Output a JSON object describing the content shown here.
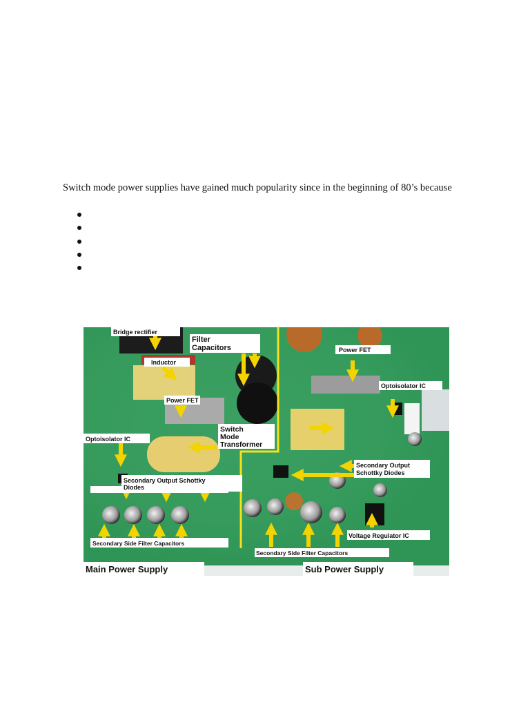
{
  "document": {
    "intro": "Switch mode power supplies have gained much popularity since in the beginning of 80’s because",
    "bullet_count": 5
  },
  "figure": {
    "labels": {
      "bridge_rectifier": "Bridge rectifier",
      "filter_capacitors_1": "Filter",
      "filter_capacitors_2": "Capacitors",
      "inductor": "Inductor",
      "power_fet_main": "Power FET",
      "switch_mode_1": "Switch",
      "switch_mode_2": "Mode",
      "switch_mode_3": "Transformer",
      "optoisolator_main": "Optoisolator IC",
      "schottky_main_1": "Secondary Output Schottky",
      "schottky_main_2": "Diodes",
      "sec_filter_main": "Secondary Side Filter Capacitors",
      "main_power": "Main Power Supply",
      "power_fet_sub": "Power FET",
      "optoisolator_sub": "Optoisolator IC",
      "schottky_sub_1": "Secondary Output",
      "schottky_sub_2": "Schottky Diodes",
      "voltage_regulator": "Voltage Regulator IC",
      "sec_filter_sub": "Secondary Side Filter Capacitors",
      "sub_power": "Sub Power Supply"
    },
    "colors": {
      "board": "#2f9b58",
      "arrow": "#f3d400",
      "divider": "#f4e21a"
    }
  }
}
